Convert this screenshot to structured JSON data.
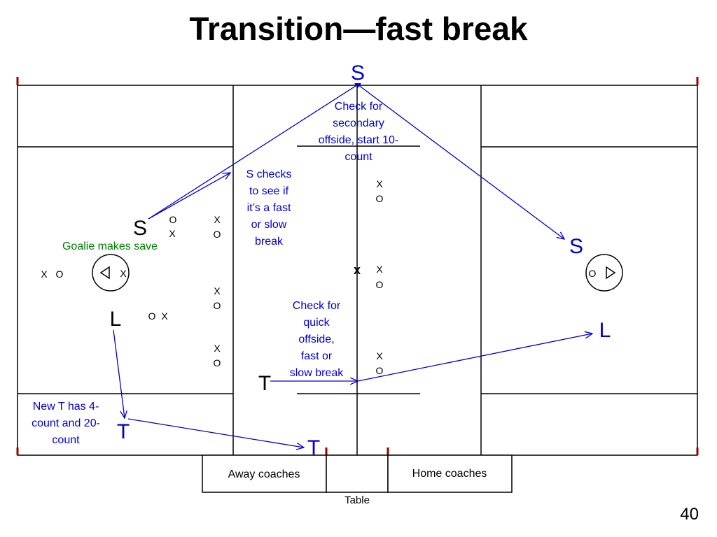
{
  "title": "Transition—fast break",
  "page_number": "40",
  "colors": {
    "official": "#0000cc",
    "annotation": "#0000cc",
    "goalie_note": "#008000",
    "lines": "#000000",
    "corner_marks": "#990000"
  },
  "officials": {
    "s_top": "S",
    "s_left": "S",
    "s_right": "S",
    "l_left": "L",
    "l_right": "L",
    "t_mid": "T",
    "t_bottom_left": "T",
    "t_bottom_center": "T"
  },
  "notes": {
    "secondary_offside": [
      "Check for",
      "secondary",
      "offside, start 10-",
      "count"
    ],
    "s_checks": [
      "S checks",
      "to see if",
      "it’s a fast",
      "or slow",
      "break"
    ],
    "goalie_save": "Goalie makes save",
    "quick_offside": [
      "Check for",
      "quick",
      "offside,",
      "fast or",
      "slow break"
    ],
    "new_t": [
      "New T has 4-",
      "count and  20-",
      "count"
    ]
  },
  "players": {
    "p1_top": "O",
    "p1_bottom": "X",
    "p2_top": "X",
    "p2_bottom": "O",
    "p3_top": "X",
    "p3_bottom": "O",
    "p4_top": "X",
    "p4_bottom": "O",
    "p5_top": "X",
    "p5_bottom": "O",
    "p6_top": "X",
    "p6_bottom": "O",
    "p7_top": "X",
    "p7_bottom": "O",
    "far_left_x": "X",
    "far_left_o": "O",
    "crease_x": "X",
    "ox_o": "O",
    "ox_x": "X",
    "ball_x": "x",
    "right_crease_o": "O"
  },
  "table": {
    "away_coaches": "Away coaches",
    "home_coaches": "Home coaches",
    "table_label": "Table"
  }
}
